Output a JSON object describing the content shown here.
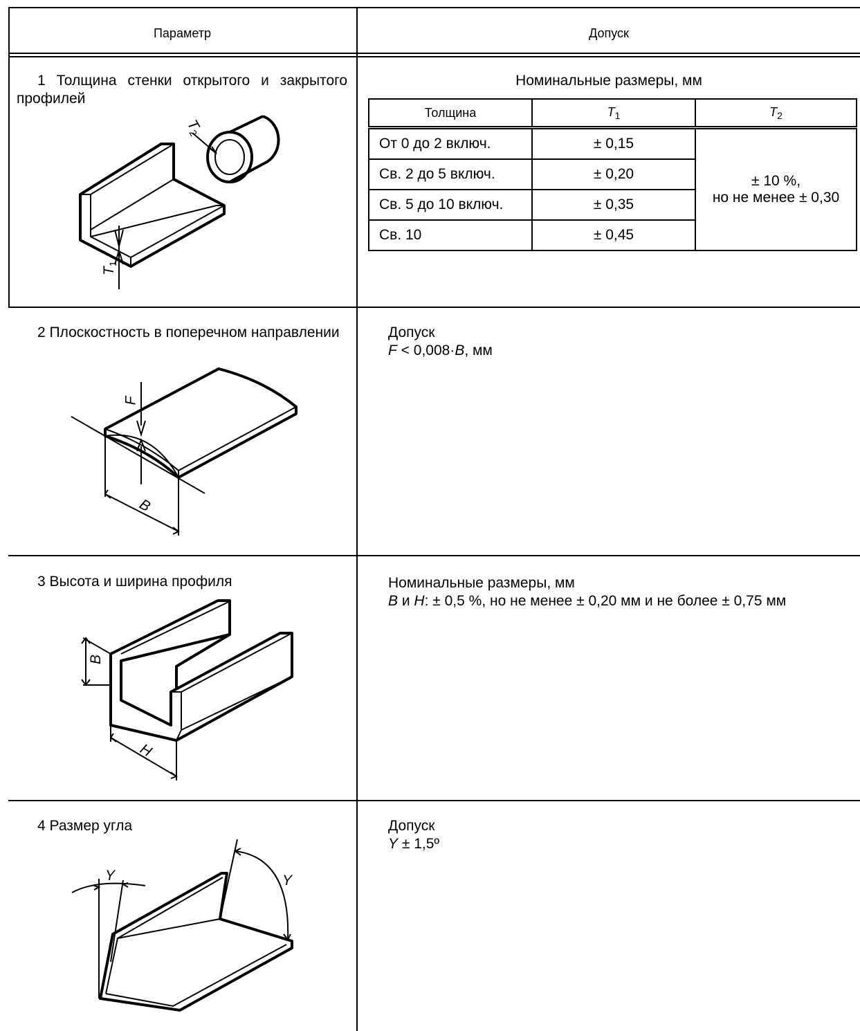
{
  "header": {
    "param_label": "Параметр",
    "tolerance_label": "Допуск"
  },
  "rows": [
    {
      "param": "1 Толщина стенки открытого и закрытого профилей",
      "tolerance_title": "Номинальные размеры, мм",
      "table": {
        "col_thickness": "Толщина",
        "col_t1": "T",
        "col_t1_sub": "1",
        "col_t2": "T",
        "col_t2_sub": "2",
        "rows": [
          {
            "thickness": "От 0 до 2 включ.",
            "t1": "± 0,15"
          },
          {
            "thickness": "Св. 2 до 5 включ.",
            "t1": "± 0,20"
          },
          {
            "thickness": "Св. 5 до 10 включ.",
            "t1": "± 0,35"
          },
          {
            "thickness": "Св. 10",
            "t1": "± 0,45"
          }
        ],
        "t2_line1": "± 10 %,",
        "t2_line2": "но не менее ± 0,30"
      },
      "labels": {
        "t1": "T",
        "t1_sub": "1",
        "t2": "T",
        "t2_sub": "2"
      }
    },
    {
      "param": "2 Плоскостность в поперечном направлении",
      "tolerance_line1": "Допуск",
      "tolerance_f": "F",
      "tolerance_mid": " < 0,008·",
      "tolerance_b": "B",
      "tolerance_end": ", мм",
      "labels": {
        "f": "F",
        "b": "B"
      }
    },
    {
      "param": "3 Высота и ширина профиля",
      "tolerance_line1": "Номинальные размеры, мм",
      "tolerance_b": "B",
      "tolerance_and": " и ",
      "tolerance_h": "H",
      "tolerance_rest": ": ± 0,5 %, но не менее ± 0,20 мм и не более ± 0,75 мм",
      "labels": {
        "b": "B",
        "h": "H"
      }
    },
    {
      "param": "4 Размер угла",
      "tolerance_line1": "Допуск",
      "tolerance_y": "Y",
      "tolerance_rest": " ± 1,5º",
      "labels": {
        "y": "Y"
      }
    }
  ]
}
